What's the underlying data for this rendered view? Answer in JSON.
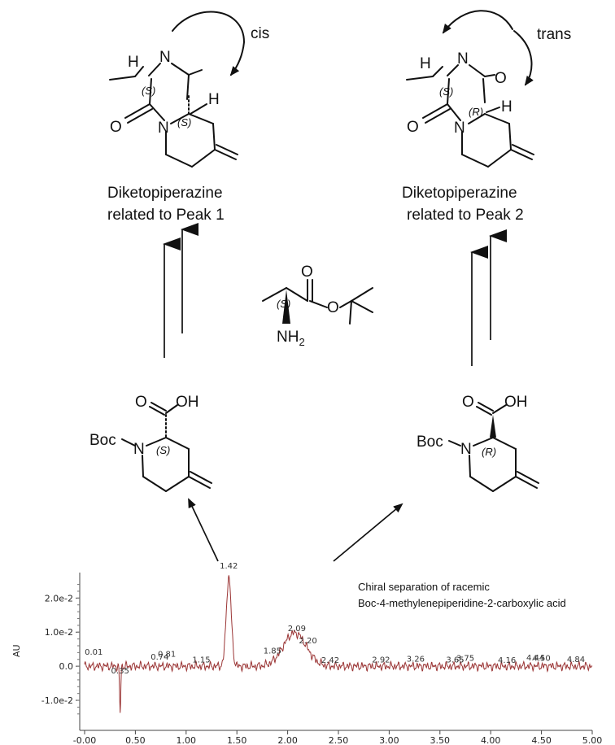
{
  "molecules": {
    "dkp1": {
      "atoms": {
        "H_top": "H",
        "N": "N",
        "N_ring": "N",
        "O_left": "O",
        "H_right": "H"
      },
      "stereo_a": "(S)",
      "stereo_b": "(S)",
      "arrow_label": "cis",
      "caption_line1": "Diketopiperazine",
      "caption_line2": "related to Peak 1"
    },
    "dkp2": {
      "atoms": {
        "H_top": "H",
        "N": "N",
        "O_top": "O",
        "N_ring": "N",
        "O_left": "O",
        "H_right": "H"
      },
      "stereo_a": "(S)",
      "stereo_b": "(R)",
      "arrow_label": "trans",
      "caption_line1": "Diketopiperazine",
      "caption_line2": "related to Peak 2"
    },
    "alanine_ester": {
      "atoms": {
        "O_top": "O",
        "O_ester": "O",
        "N": "NH",
        "N_sub": "2"
      },
      "stereo": "(S)"
    },
    "acid_left": {
      "atoms": {
        "O": "O",
        "OH": "OH",
        "Boc": "Boc",
        "N": "N"
      },
      "stereo": "(S)"
    },
    "acid_right": {
      "atoms": {
        "O": "O",
        "OH": "OH",
        "Boc": "Boc",
        "N": "N"
      },
      "stereo": "(R)"
    }
  },
  "chromatogram": {
    "y_axis_label": "AU",
    "title_line1": "Chiral separation of racemic",
    "title_line2": "Boc-4-methylenepiperidine-2-carboxylic acid",
    "line_color": "#9b3535",
    "x_ticks": [
      "-0.00",
      "0.50",
      "1.00",
      "1.50",
      "2.00",
      "2.50",
      "3.00",
      "3.50",
      "4.00",
      "4.50",
      "5.00"
    ],
    "y_ticks": [
      "2.0e-2",
      "1.0e-2",
      "0.0",
      "-1.0e-2"
    ],
    "x_range": [
      0.0,
      5.0
    ],
    "y_range": [
      -0.015,
      0.027
    ],
    "peak_labels": [
      {
        "text": "0.01",
        "x": 0.01
      },
      {
        "text": "0.35",
        "x": 0.35
      },
      {
        "text": "0.74",
        "x": 0.74
      },
      {
        "text": "0.81",
        "x": 0.81
      },
      {
        "text": "1.15",
        "x": 1.15
      },
      {
        "text": "1.42",
        "x": 1.42
      },
      {
        "text": "1.85",
        "x": 1.85
      },
      {
        "text": "2.09",
        "x": 2.09
      },
      {
        "text": "2.20",
        "x": 2.2
      },
      {
        "text": "2.42",
        "x": 2.42
      },
      {
        "text": "2.92",
        "x": 2.92
      },
      {
        "text": "3.26",
        "x": 3.26
      },
      {
        "text": "3.65",
        "x": 3.65
      },
      {
        "text": "3.75",
        "x": 3.75
      },
      {
        "text": "4.16",
        "x": 4.16
      },
      {
        "text": "4.44",
        "x": 4.44
      },
      {
        "text": "4.50",
        "x": 4.5
      },
      {
        "text": "4.84",
        "x": 4.84
      }
    ]
  }
}
